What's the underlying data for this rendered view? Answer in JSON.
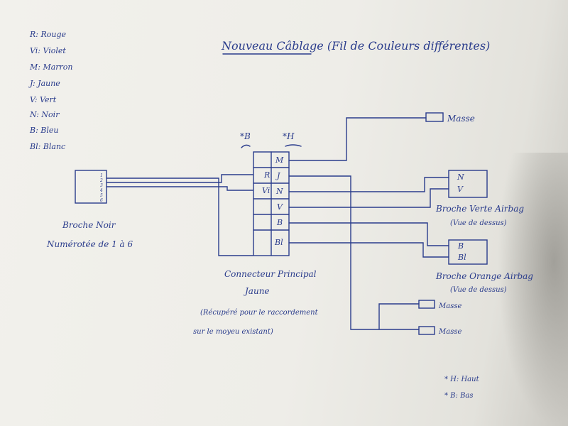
{
  "title": "Nouveau Câblage (Fil de Couleurs différentes)",
  "color_legend": [
    "R: Rouge",
    "Vi: Violet",
    "M: Marron",
    "J: Jaune",
    "V: Vert",
    "N: Noir",
    "B: Bleu",
    "Bl: Blanc"
  ],
  "connector_left": {
    "label_line1": "Broche Noir",
    "label_line2": "Numérotée de 1 à 6",
    "pins": [
      "1",
      "2",
      "3",
      "4",
      "5",
      "6"
    ]
  },
  "connector_main": {
    "marker_b": "*B",
    "marker_h": "*H",
    "rows": [
      {
        "left": "",
        "right": "M"
      },
      {
        "left": "R",
        "right": "J"
      },
      {
        "left": "Vi",
        "right": "N"
      },
      {
        "left": "",
        "right": "V"
      },
      {
        "left": "",
        "right": "B"
      },
      {
        "left": "",
        "right": "Bl"
      }
    ],
    "label_line1": "Connecteur Principal",
    "label_line2": "Jaune",
    "note_line1": "(Récupéré pour le raccordement",
    "note_line2": "sur le moyeu existant)"
  },
  "connector_green": {
    "pins": [
      "N",
      "V"
    ],
    "label_line1": "Broche Verte Airbag",
    "label_line2": "(Vue de dessus)"
  },
  "connector_orange": {
    "pins": [
      "B",
      "Bl"
    ],
    "label_line1": "Broche Orange Airbag",
    "label_line2": "(Vue de dessus)"
  },
  "grounds": [
    "Masse",
    "Masse",
    "Masse"
  ],
  "footnote": [
    "* H: Haut",
    "* B: Bas"
  ],
  "colors": {
    "ink": "#2a3c8c",
    "paper": "#efeee9"
  }
}
